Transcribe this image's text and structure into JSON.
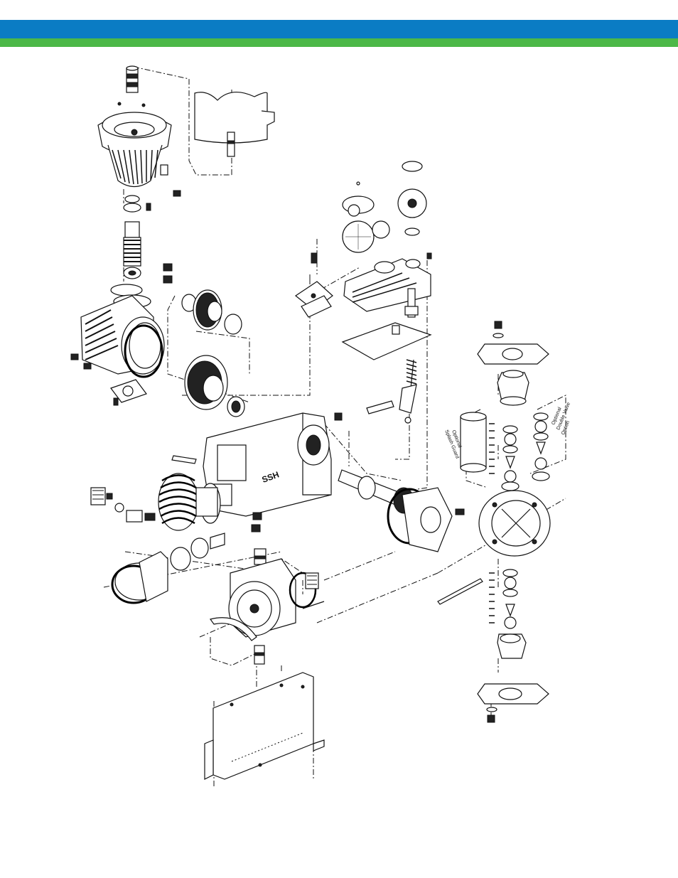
{
  "colors": {
    "header_blue": "#0a7cc4",
    "header_green": "#4cb848",
    "line": "#111111"
  },
  "diagram": {
    "brand_mark": "SSH",
    "label_splash_guard_1": "Optional",
    "label_splash_guard_2": "Splash Guard",
    "label_double_valve_1": "Optional",
    "label_double_valve_2": "Double Valve",
    "label_double_valve_3": "Option"
  }
}
